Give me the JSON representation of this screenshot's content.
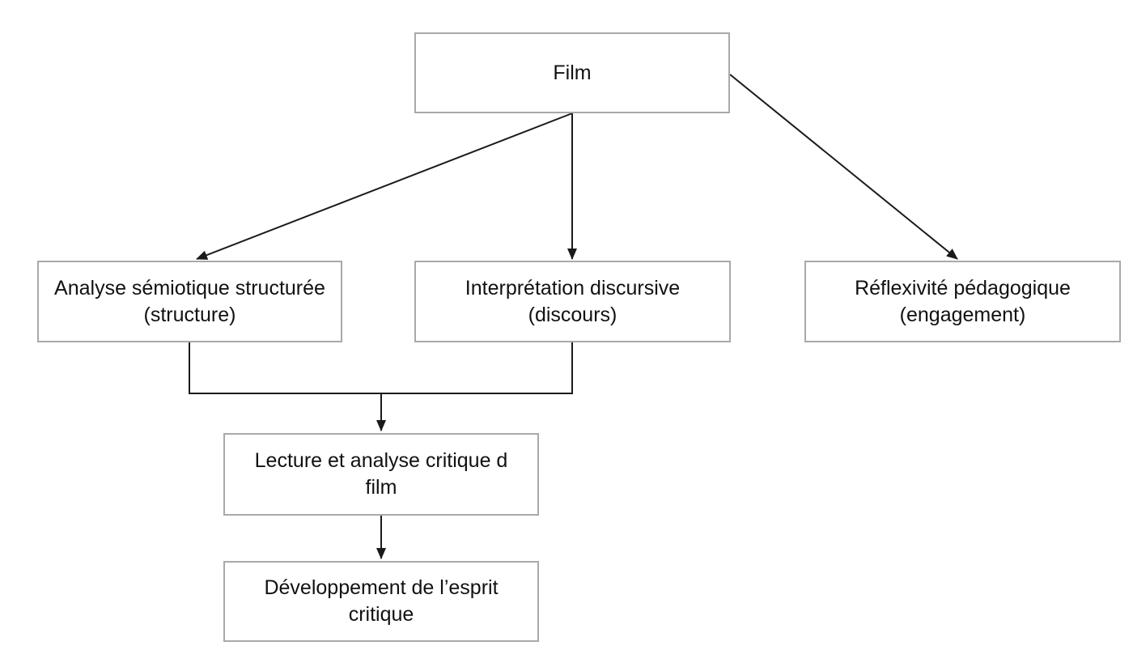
{
  "diagram": {
    "type": "flowchart",
    "colors": {
      "background": "#ffffff",
      "box_border": "#a9a9a9",
      "box_fill": "#ffffff",
      "connector": "#1a1a1a",
      "text": "#111111"
    },
    "nodes": {
      "film": {
        "label": "Film"
      },
      "analyse": {
        "label": "Analyse sémiotique structurée\n(structure)"
      },
      "interpretation": {
        "label": "Interprétation discursive\n(discours)"
      },
      "reflexivite": {
        "label": "Réflexivité pédagogique\n(engagement)"
      },
      "lecture": {
        "label": "Lecture et analyse critique d\nfilm"
      },
      "developpement": {
        "label": "Développement de l’esprit\ncritique"
      }
    },
    "edges": [
      {
        "from": "film",
        "to": "analyse",
        "arrow": true
      },
      {
        "from": "film",
        "to": "interpretation",
        "arrow": true
      },
      {
        "from": "film",
        "to": "reflexivite",
        "arrow": true
      },
      {
        "from": "analyse",
        "to": "merge-junction",
        "arrow": false
      },
      {
        "from": "interpretation",
        "to": "merge-junction",
        "arrow": false
      },
      {
        "from": "merge-junction",
        "to": "lecture",
        "arrow": true
      },
      {
        "from": "lecture",
        "to": "developpement",
        "arrow": true
      }
    ]
  }
}
